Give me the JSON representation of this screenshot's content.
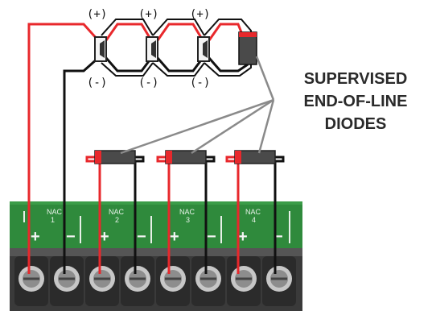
{
  "callout": {
    "line1": "SUPERVISED",
    "line2": "END-OF-LINE",
    "line3": "DIODES"
  },
  "polarity": {
    "positive": "(+)",
    "negative": "(-)"
  },
  "nacs": [
    {
      "label": "NAC",
      "num": "1",
      "plus": "+",
      "minus": "−"
    },
    {
      "label": "NAC",
      "num": "2",
      "plus": "+",
      "minus": "−"
    },
    {
      "label": "NAC",
      "num": "3",
      "plus": "+",
      "minus": "−"
    },
    {
      "label": "NAC",
      "num": "4",
      "plus": "+",
      "minus": "−"
    }
  ],
  "colors": {
    "red_wire": "#e8282c",
    "black_wire": "#111111",
    "board_green": "#2f8a3c",
    "terminal_block": "#3a3a3a",
    "diode_body": "#4a4a4a",
    "leader_line": "#8a8a8a"
  }
}
